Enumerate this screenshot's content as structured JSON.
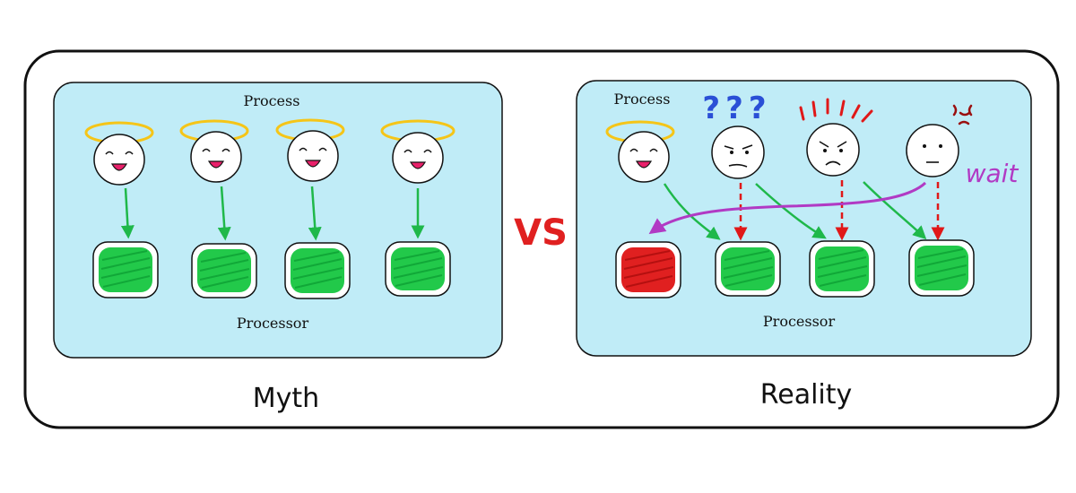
{
  "myth_panel": {
    "process_label": "Process",
    "processor_label": "Processor",
    "caption": "Myth"
  },
  "vs_label": "VS",
  "reality_panel": {
    "process_label": "Process",
    "processor_label": "Processor",
    "caption": "Reality",
    "confused_mark": "???",
    "wait_label": "wait"
  },
  "colors": {
    "panel_fill": "#c0ecf7",
    "halo": "#f5c518",
    "core_busy": "#22c94a",
    "core_blocked": "#e02020",
    "arrow_green": "#1fb84a",
    "arrow_red": "#e01818",
    "arrow_purple": "#b13ac4",
    "vs": "#e02020",
    "question": "#2a4fd6",
    "anger_lines": "#e01818",
    "anger_symbol": "#9a1010"
  }
}
